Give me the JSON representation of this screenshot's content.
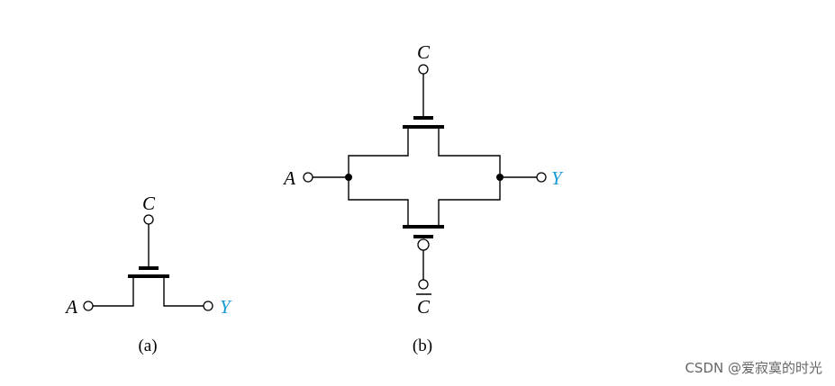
{
  "colors": {
    "line": "#000000",
    "output_label": "#1a9ad6",
    "watermark": "#666666"
  },
  "figure_a": {
    "caption": "(a)",
    "gate_label": "C",
    "input_label": "A",
    "output_label": "Y"
  },
  "figure_b": {
    "caption": "(b)",
    "gate_top_label": "C",
    "gate_bottom_label": "C",
    "input_label": "A",
    "output_label": "Y"
  },
  "watermark": "CSDN @爱寂寞的时光"
}
